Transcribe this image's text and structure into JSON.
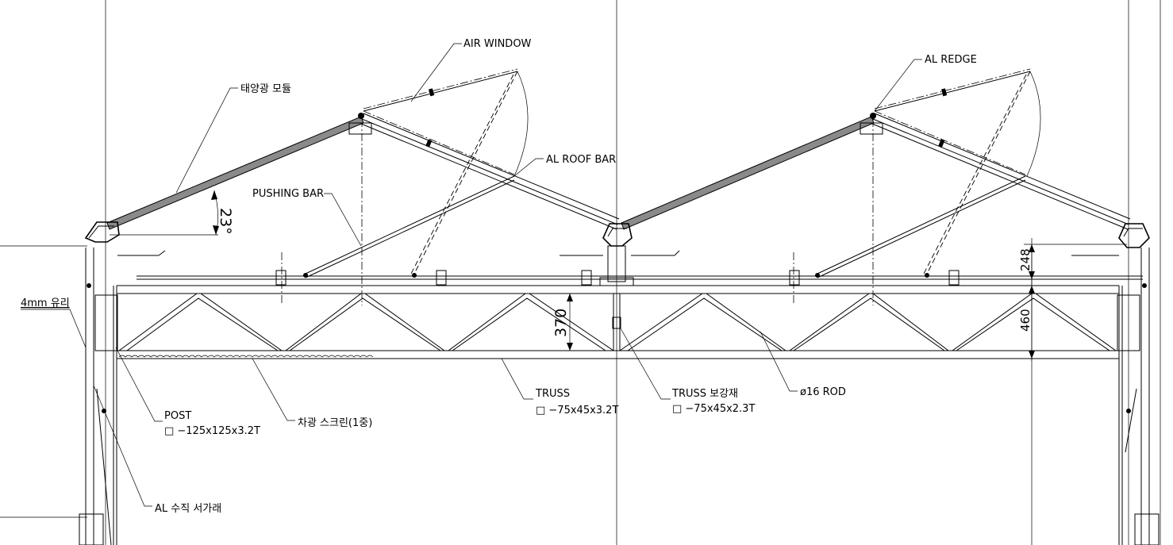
{
  "labels": {
    "air_window": "AIR WINDOW",
    "al_redge": "AL REDGE",
    "solar_module": "태양광 모듈",
    "al_roof_bar": "AL ROOF BAR",
    "pushing_bar": "PUSHING BAR",
    "glass": "4mm 유리",
    "truss": "TRUSS",
    "truss_spec": "□ −75x45x3.2T",
    "truss_brace": "TRUSS 보강재",
    "truss_brace_spec": "□ −75x45x2.3T",
    "rod": "ø16 ROD",
    "post": "POST",
    "post_spec": "□ −125x125x3.2T",
    "shade_screen": "차광 스크린(1중)",
    "al_vertical_frame": "AL 수직 서가래"
  },
  "dimensions": {
    "roof_angle": "23°",
    "truss_depth": "370",
    "truss_height": "460",
    "top_clearance": "248"
  }
}
